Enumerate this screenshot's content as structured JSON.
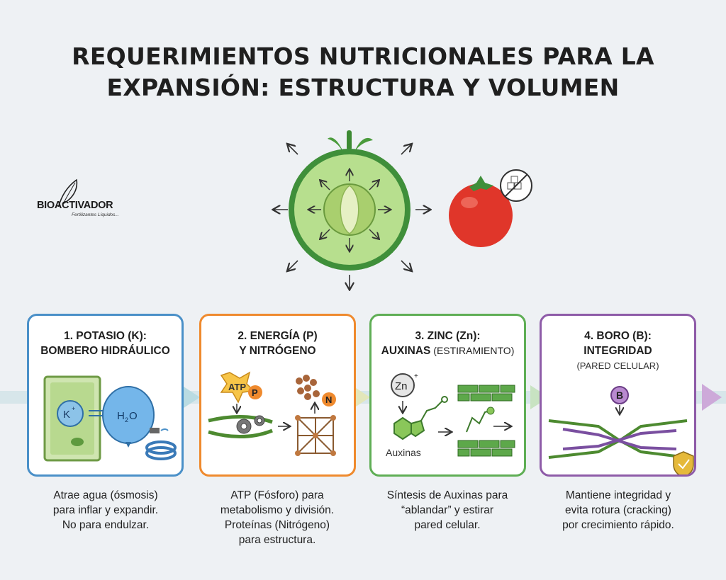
{
  "title": {
    "line1": "REQUERIMIENTOS NUTRICIONALES PARA LA",
    "line2": "EXPANSIÓN: ESTRUCTURA Y VOLUMEN"
  },
  "logo": {
    "wordmark": "BIOACTIVADOR",
    "tagline": "Fertilizantes Líquidos..."
  },
  "colors": {
    "potasio": "#4a90c8",
    "energia": "#ef8a2e",
    "zinc": "#5fae55",
    "boro": "#8e5ba8"
  },
  "cards": [
    {
      "title1": "1. POTASIO (K):",
      "title2": "BOMBERO HIDRÁULICO",
      "labels": {
        "ion": "K",
        "ion_sup": "+",
        "water": "H",
        "water_sub": "2",
        "water_end": "O"
      },
      "desc": [
        "Atrae agua (ósmosis)",
        "para inflar y expandir.",
        "No para endulzar."
      ]
    },
    {
      "title1": "2. ENERGÍA (P)",
      "title2": "Y NITRÓGENO",
      "labels": {
        "atp": "ATP",
        "p": "P",
        "n": "N"
      },
      "desc": [
        "ATP (Fósforo) para",
        "metabolismo y división.",
        "Proteínas (Nitrógeno)",
        "para estructura."
      ]
    },
    {
      "title1": "3. ZINC (Zn):",
      "title2": "AUXINAS",
      "title2_extra": " (ESTIRAMIENTO)",
      "labels": {
        "zn": "Zn",
        "zn_sup": "+",
        "auxinas": "Auxinas"
      },
      "desc": [
        "Síntesis de Auxinas para",
        "“ablandar” y estirar",
        "pared celular."
      ]
    },
    {
      "title1": "4. BORO (B):",
      "title2": "INTEGRIDAD",
      "subtitle": "(PARED CELULAR)",
      "labels": {
        "b": "B"
      },
      "desc": [
        "Mantiene integridad y",
        "evita rotura (cracking)",
        "por crecimiento rápido."
      ]
    }
  ]
}
